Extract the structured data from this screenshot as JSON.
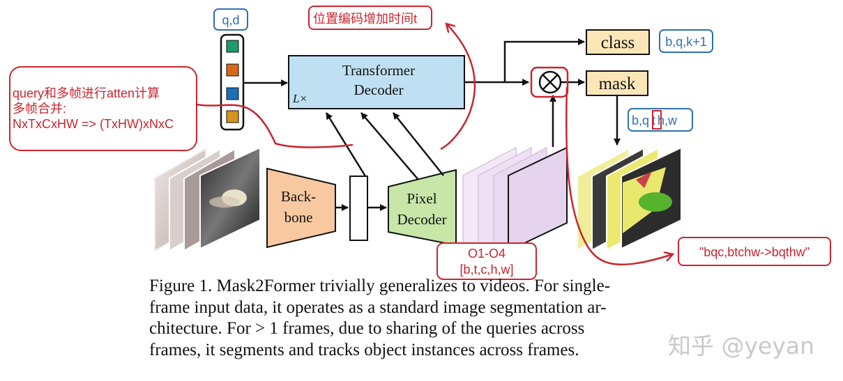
{
  "diagram": {
    "transformer_decoder": [
      "Transformer",
      "Decoder"
    ],
    "layers_label": "L×",
    "backbone": [
      "Back-",
      "bone"
    ],
    "pixel_decoder": [
      "Pixel",
      "Decoder"
    ],
    "class_label": "class",
    "mask_label": "mask",
    "multiply_symbol": "⊗"
  },
  "annotations": {
    "qd": "q,d",
    "positional": "位置编码增加时间t",
    "query_note": [
      "query和多帧进行atten计算",
      "多帧合并:",
      "NxTxCxHW => (TxHW)xNxC"
    ],
    "class_shape": "b,q,k+1",
    "mask_shape": {
      "before": "b,q",
      "highlight": "t",
      "after": "h,w"
    },
    "einsum": "\"bqc,btchw->bqthw\"",
    "features": [
      "O1-O4",
      "[b,t,c,h,w]"
    ]
  },
  "caption": [
    "Figure 1. Mask2Former trivially generalizes to videos. For single-",
    "frame input data, it operates as a standard image segmentation ar-",
    "chitecture.  For > 1 frames, due to sharing of the queries across",
    "frames, it segments and tracks object instances across frames."
  ],
  "watermark": "知乎 @yeyan",
  "colors": {
    "query_embeddings": [
      "#1f9a6a",
      "#d9691a",
      "#1a6fb5",
      "#d4951c"
    ],
    "transformer": "#bfe0f2",
    "backbone": "#f8c9a0",
    "pixel_decoder": "#c8e6a8",
    "output_box": "#fbe6b8",
    "feature_maps": "#ead9f0",
    "annotation_red": "#c8262f",
    "annotation_blue": "#2f6fb3"
  }
}
